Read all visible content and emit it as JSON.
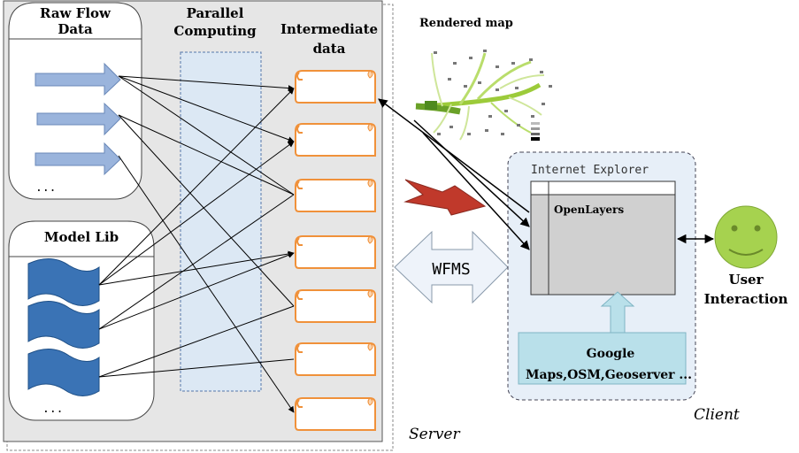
{
  "server": {
    "label": "Server",
    "raw_flow": {
      "title": "Raw Flow Data",
      "ellipsis": "..."
    },
    "model_lib": {
      "title": "Model Lib",
      "ellipsis": "..."
    },
    "parallel": {
      "title": "Parallel Computing"
    },
    "intermediate": {
      "title": "Intermediate data"
    }
  },
  "rendered_map": {
    "title": "Rendered map"
  },
  "wfms": {
    "label": "WFMS"
  },
  "client": {
    "label": "Client",
    "browser": {
      "title": "Internet Explorer",
      "library": "OpenLayers"
    },
    "sources": {
      "line1": "Google",
      "line2": "Maps,OSM,Geoserver ..."
    }
  },
  "user": {
    "label_line1": "User",
    "label_line2": "Interaction"
  },
  "colors": {
    "arrow_blue": "#9ab4dc",
    "wave_blue": "#3a73b5",
    "scroll_orange": "#f0913a",
    "red_arrow": "#c0392b",
    "smiley": "#a6d24f",
    "source_box": "#b9e0ea"
  }
}
